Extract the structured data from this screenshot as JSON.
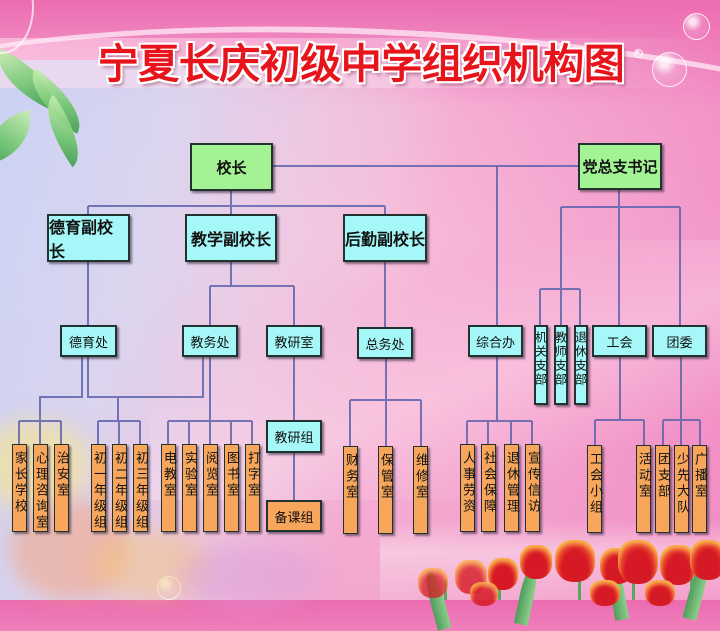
{
  "title": "宁夏长庆初级中学组织机构图",
  "theme": {
    "title_color": "#e8141b",
    "box_green": "#a3f293",
    "box_cyan": "#a6f7f7",
    "box_orange": "#f7a65c",
    "connector": "#5e63ad"
  },
  "leadership": {
    "principal": "校长",
    "party_secretary": "党总支书记"
  },
  "vice_principals": [
    {
      "label": "德育副校长"
    },
    {
      "label": "教学副校长"
    },
    {
      "label": "后勤副校长"
    }
  ],
  "offices": [
    {
      "label": "德育处"
    },
    {
      "label": "教务处"
    },
    {
      "label": "教研室"
    },
    {
      "label": "总务处"
    },
    {
      "label": "综合办"
    },
    {
      "label": "工会"
    },
    {
      "label": "团委"
    }
  ],
  "party_branches": [
    {
      "label": "机关支部"
    },
    {
      "label": "教师支部"
    },
    {
      "label": "退休支部"
    }
  ],
  "research": {
    "research_group": "教研组",
    "lesson_prep_group": "备课组"
  },
  "units": {
    "moral": [
      "家长学校",
      "心理咨询室",
      "治安室"
    ],
    "grades": [
      "初一年级组",
      "初二年级组",
      "初三年级组"
    ],
    "academic": [
      "电教室",
      "实验室",
      "阅览室",
      "图书室",
      "打字室"
    ],
    "logistics": [
      "财务室",
      "保管室",
      "维修室"
    ],
    "general_office": [
      "人事劳资",
      "社会保障",
      "退休管理",
      "宣传信访"
    ],
    "union": [
      "工会小组"
    ],
    "youth_league": [
      "活动室",
      "团支部",
      "少先大队",
      "广播室"
    ]
  }
}
